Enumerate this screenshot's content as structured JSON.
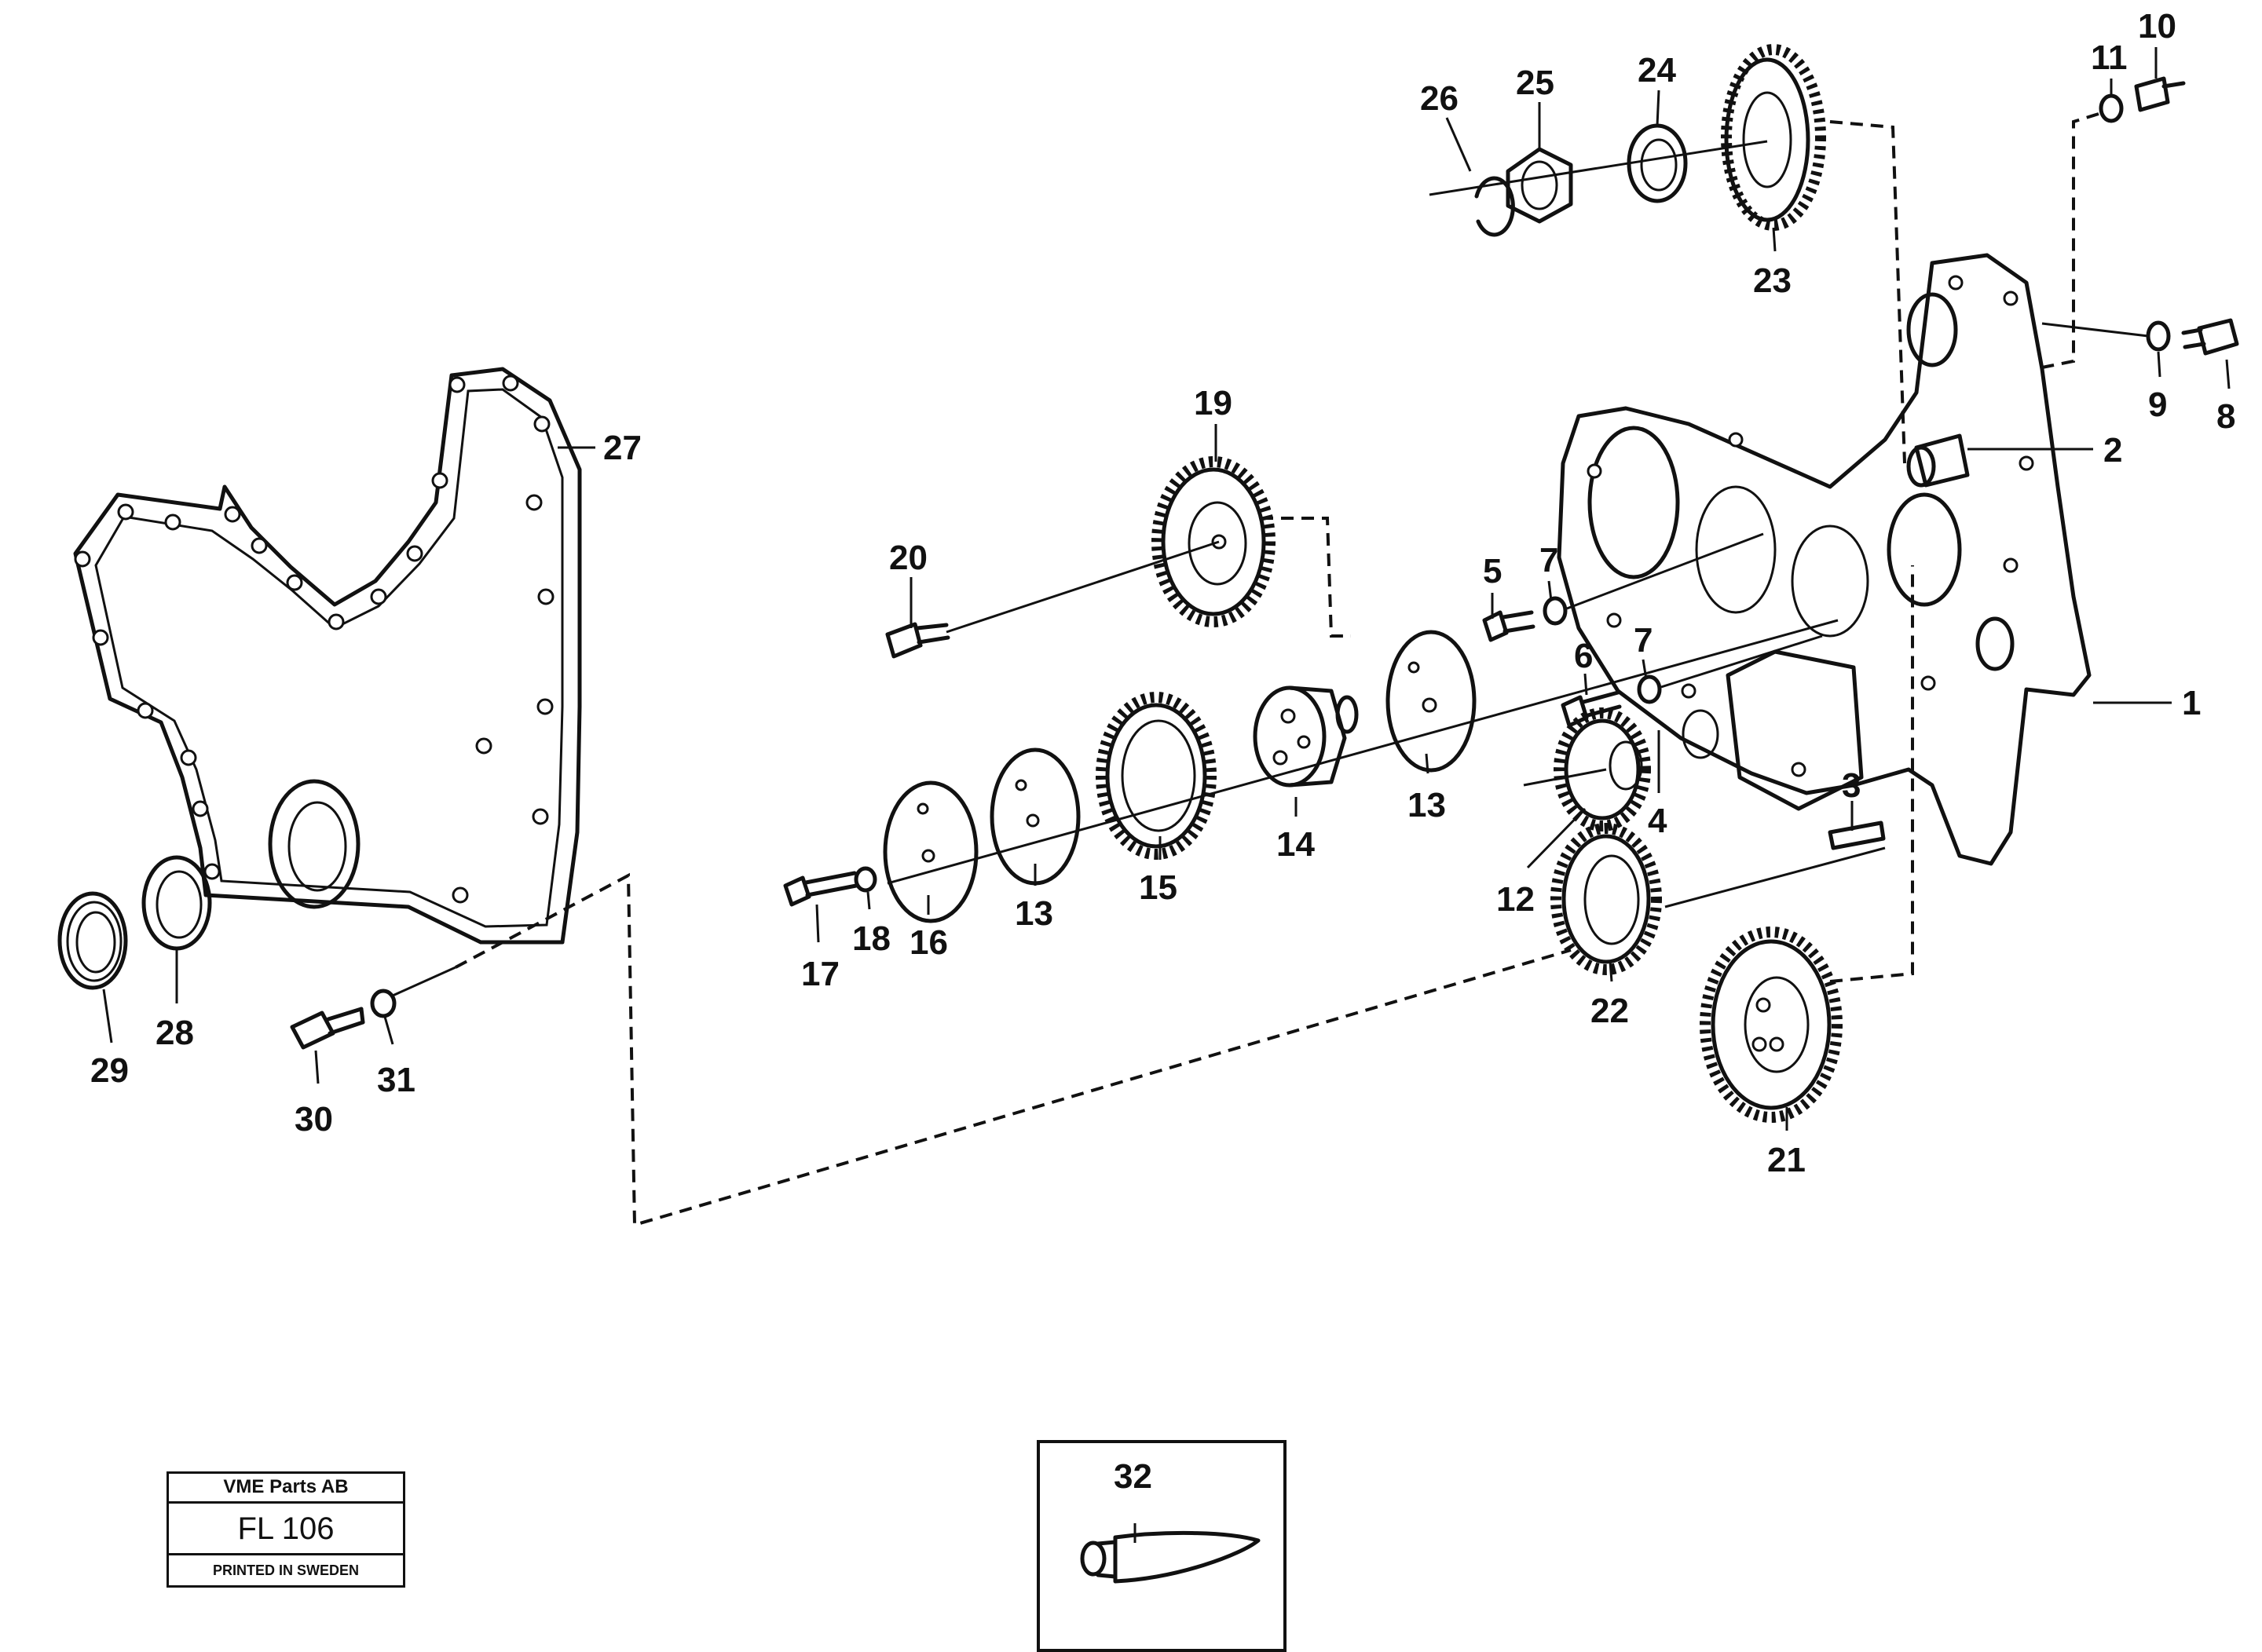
{
  "callouts": [
    {
      "id": "p1",
      "text": "1"
    },
    {
      "id": "p2",
      "text": "2"
    },
    {
      "id": "p3",
      "text": "3"
    },
    {
      "id": "p4",
      "text": "4"
    },
    {
      "id": "p5",
      "text": "5"
    },
    {
      "id": "p6",
      "text": "6"
    },
    {
      "id": "p7a",
      "text": "7"
    },
    {
      "id": "p7b",
      "text": "7"
    },
    {
      "id": "p8",
      "text": "8"
    },
    {
      "id": "p9",
      "text": "9"
    },
    {
      "id": "p10",
      "text": "10"
    },
    {
      "id": "p11",
      "text": "11"
    },
    {
      "id": "p12",
      "text": "12"
    },
    {
      "id": "p13a",
      "text": "13"
    },
    {
      "id": "p13b",
      "text": "13"
    },
    {
      "id": "p14",
      "text": "14"
    },
    {
      "id": "p15",
      "text": "15"
    },
    {
      "id": "p16",
      "text": "16"
    },
    {
      "id": "p17",
      "text": "17"
    },
    {
      "id": "p18",
      "text": "18"
    },
    {
      "id": "p19",
      "text": "19"
    },
    {
      "id": "p20",
      "text": "20"
    },
    {
      "id": "p21",
      "text": "21"
    },
    {
      "id": "p22",
      "text": "22"
    },
    {
      "id": "p23",
      "text": "23"
    },
    {
      "id": "p24",
      "text": "24"
    },
    {
      "id": "p25",
      "text": "25"
    },
    {
      "id": "p26",
      "text": "26"
    },
    {
      "id": "p27",
      "text": "27"
    },
    {
      "id": "p28",
      "text": "28"
    },
    {
      "id": "p29",
      "text": "29"
    },
    {
      "id": "p30",
      "text": "30"
    },
    {
      "id": "p31",
      "text": "31"
    },
    {
      "id": "p32",
      "text": "32"
    }
  ],
  "title_block": {
    "company": "VME Parts AB",
    "code": "FL 106",
    "note": "PRINTED IN SWEDEN"
  }
}
